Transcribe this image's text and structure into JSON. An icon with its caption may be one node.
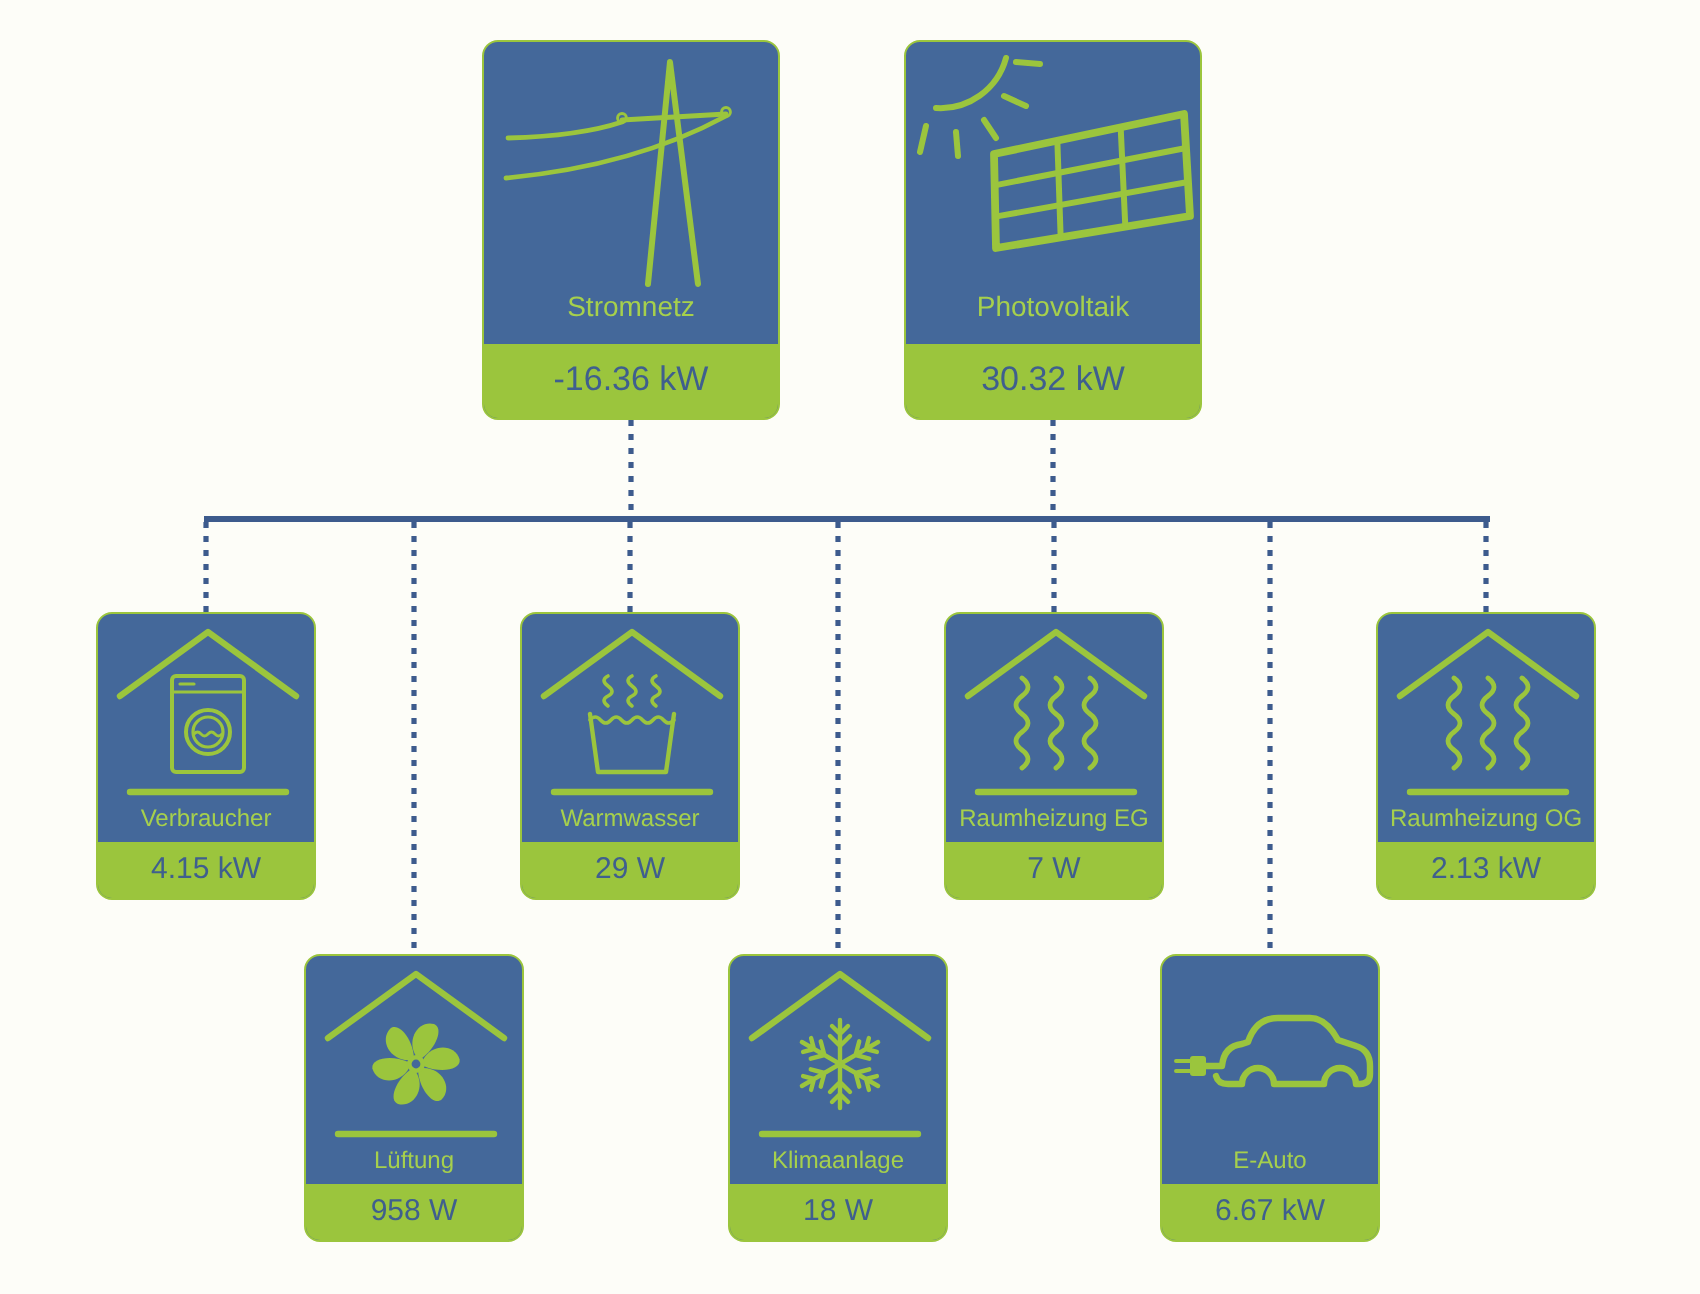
{
  "diagram": {
    "nodes": [
      {
        "text": [
          "Stromnetz",
          "-16.36 kW"
        ]
      },
      {
        "text": [
          "Photovoltaik",
          "30.32 kW"
        ]
      },
      {
        "text": [],
        "shape": "bar"
      },
      {
        "text": [
          "Verbraucher",
          "4.15 kW"
        ]
      },
      {
        "text": [
          "Warmwasser",
          "29 W"
        ]
      },
      {
        "text": [
          "Raumheizung EG",
          "7 W"
        ]
      },
      {
        "text": [
          "Raumheizung OG",
          "2.13 kW"
        ]
      },
      {
        "text": [
          "Lüftung",
          "958 W"
        ]
      },
      {
        "text": [
          "Klimaanlage",
          "18 W"
        ]
      },
      {
        "text": [
          "E-Auto",
          "6.67 kW"
        ]
      }
    ],
    "edges": [
      {
        "from": 0,
        "to": 2,
        "arrow": "none",
        "style": "dashed"
      },
      {
        "from": 1,
        "to": 2,
        "arrow": "none",
        "style": "dashed"
      },
      {
        "from": 2,
        "to": 3,
        "arrow": "none",
        "style": "dashed"
      },
      {
        "from": 2,
        "to": 4,
        "arrow": "none",
        "style": "dashed"
      },
      {
        "from": 2,
        "to": 5,
        "arrow": "none",
        "style": "dashed"
      },
      {
        "from": 2,
        "to": 6,
        "arrow": "none",
        "style": "dashed"
      },
      {
        "from": 2,
        "to": 7,
        "arrow": "none",
        "style": "dashed"
      },
      {
        "from": 2,
        "to": 8,
        "arrow": "none",
        "style": "dashed"
      },
      {
        "from": 2,
        "to": 9,
        "arrow": "none",
        "style": "dashed"
      }
    ]
  }
}
